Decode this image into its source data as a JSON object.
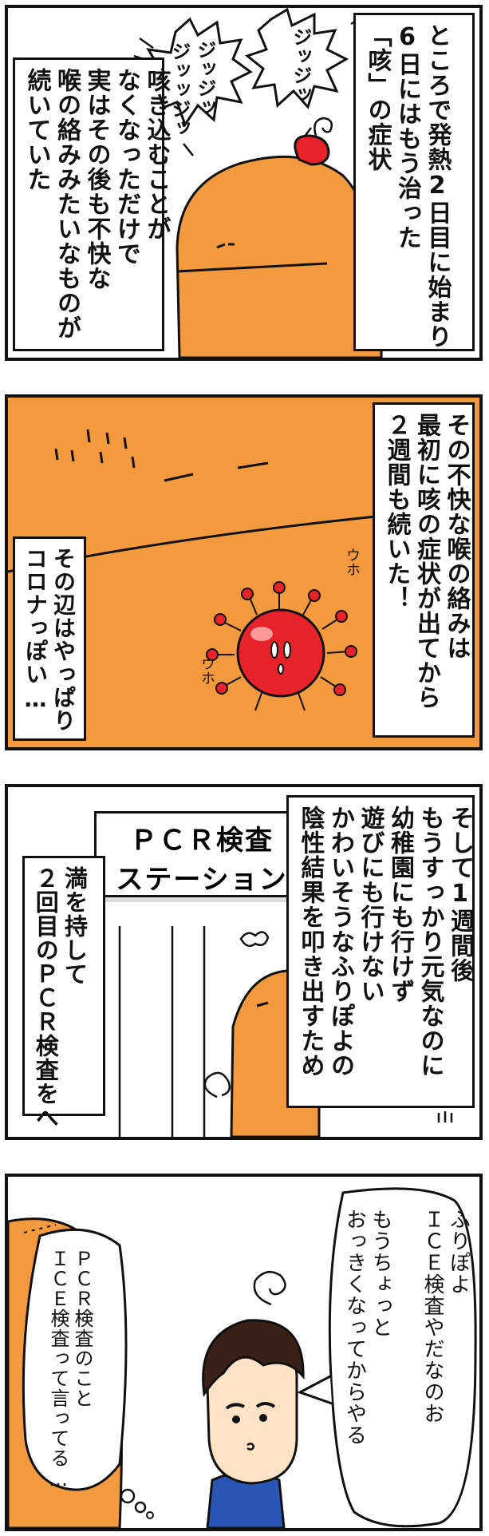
{
  "panels": [
    {
      "caption_right": "ところで発熱2日目に始まり\n6日にはもう治った\n「咳」の症状",
      "caption_left": "咳き込むことが\nなくなっただけで\n実はその後も不快な\n喉の絡みみたいなものが\n続いていた",
      "sfx_1": "ジッジッ",
      "sfx_2": "ジッッジッ",
      "sfx_3": "ジッジッ"
    },
    {
      "caption_right": "その不快な喉の絡みは\n最初に咳の症状が出てから\n２週間も続いた！",
      "caption_left": "その辺はやっぱり\nコロナっぽい…",
      "virus_sfx_1": "ウホ",
      "virus_sfx_2": "ウホ"
    },
    {
      "sign_line1": "ＰＣＲ検査",
      "sign_line2": "ステーション",
      "caption_right": "そして1週間後\nもうすっかり元気なのに\n幼稚園にも行けず\n遊びにも行けない\nかわいそうなふりぽよの\n陰性結果を叩き出すため",
      "caption_left": "満を持して\n２回目のＰＣＲ検査をへ"
    },
    {
      "speech": "ふりぽよ\nＩＣＥ検査やだなのお\n\nもうちょっと\nおっきくなってからやる",
      "thought": "ＰＣＲ検査のこと\nＩＣＥ検査って言ってる…"
    }
  ],
  "colors": {
    "body": "#f29a3d",
    "outline": "#111111",
    "virus": "#e8222a",
    "hair": "#3a2016",
    "skin": "#ffe3c4",
    "overall": "#2a56b8"
  }
}
